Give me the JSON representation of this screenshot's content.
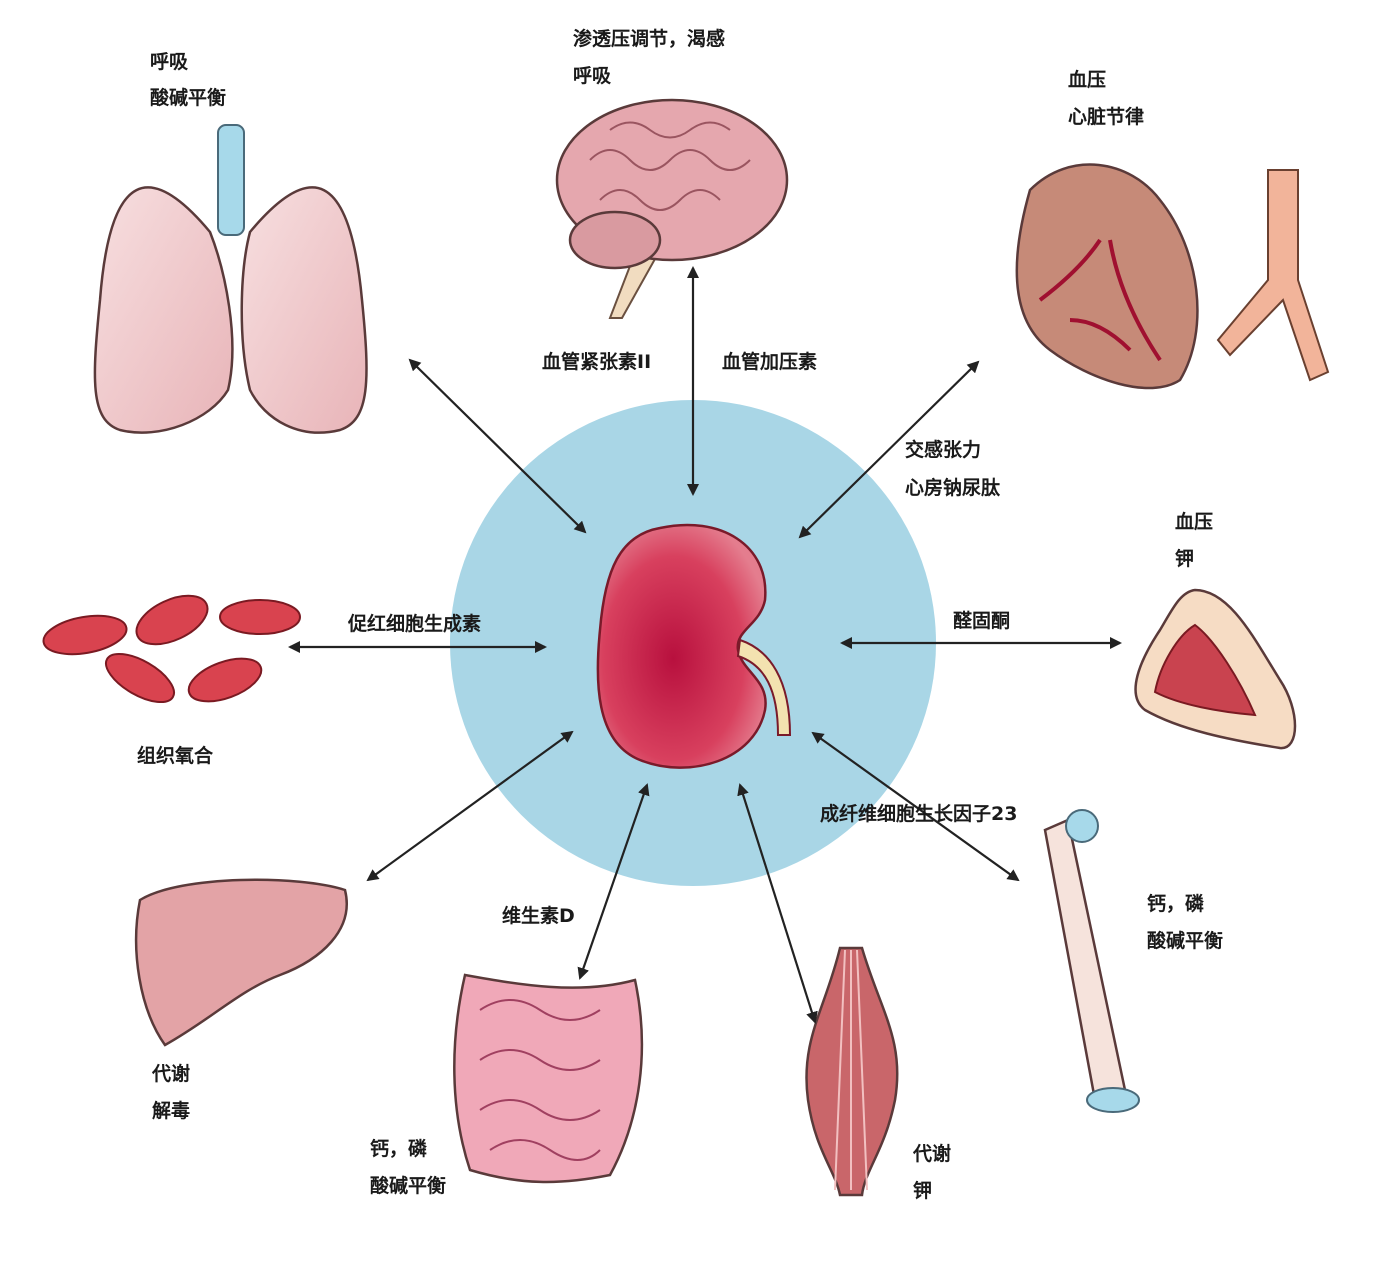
{
  "colors": {
    "circle": "#a9d6e6",
    "kidney": "#c8254a",
    "arrow": "#222222",
    "label": "#1a1a1a"
  },
  "organs": {
    "lungs": {
      "lines": [
        "呼吸",
        "酸碱平衡"
      ]
    },
    "brain": {
      "lines": [
        "渗透压调节，渴感",
        "呼吸"
      ]
    },
    "heart": {
      "lines": [
        "血压",
        "心脏节律"
      ]
    },
    "adrenal": {
      "lines": [
        "血压",
        "钾"
      ]
    },
    "blood_cells": {
      "lines": [
        "组织氧合"
      ]
    },
    "bone": {
      "lines": [
        "钙，磷",
        "酸碱平衡"
      ]
    },
    "liver": {
      "lines": [
        "代谢",
        "解毒"
      ]
    },
    "intestine": {
      "lines": [
        "钙，磷",
        "酸碱平衡"
      ]
    },
    "muscle": {
      "lines": [
        "代谢",
        "钾"
      ]
    }
  },
  "mediators": {
    "angiotensin": "血管紧张素II",
    "vasopressin": "血管加压素",
    "sympathetic": [
      "交感张力",
      "心房钠尿肽"
    ],
    "aldosterone": "醛固酮",
    "epo": "促红细胞生成素",
    "fgf23": "成纤维细胞生长因子23",
    "vitamin_d": "维生素D"
  }
}
